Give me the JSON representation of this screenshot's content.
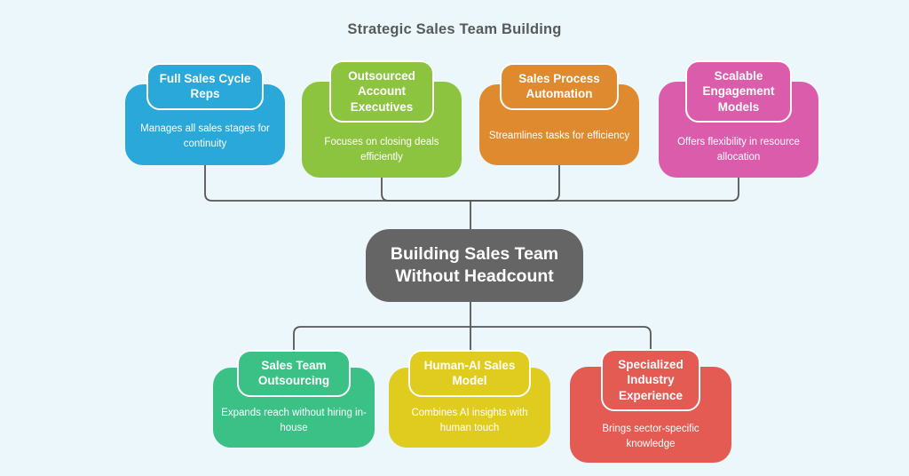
{
  "title": "Strategic Sales Team Building",
  "colors": {
    "background": "#EBF7FA",
    "connector": "#555555",
    "title_text": "#58595B",
    "node_text": "#FFFFFF"
  },
  "center_node": {
    "label": "Building Sales Team Without Headcount",
    "color": "#656565"
  },
  "top_nodes": [
    {
      "label": "Full Sales Cycle Reps",
      "description": "Manages all sales stages for continuity",
      "color": "#29A8D9"
    },
    {
      "label": "Outsourced Account Executives",
      "description": "Focuses on closing deals efficiently",
      "color": "#8CC440"
    },
    {
      "label": "Sales Process Automation",
      "description": "Streamlines tasks for efficiency",
      "color": "#DF8A2E"
    },
    {
      "label": "Scalable Engagement Models",
      "description": "Offers flexibility in resource allocation",
      "color": "#DC5CAC"
    }
  ],
  "bottom_nodes": [
    {
      "label": "Sales Team Outsourcing",
      "description": "Expands reach without hiring in-house",
      "color": "#3BC185"
    },
    {
      "label": "Human-AI Sales Model",
      "description": "Combines AI insights with human touch",
      "color": "#E0CC1E"
    },
    {
      "label": "Specialized Industry Experience",
      "description": "Brings sector-specific knowledge",
      "color": "#E35B53"
    }
  ]
}
